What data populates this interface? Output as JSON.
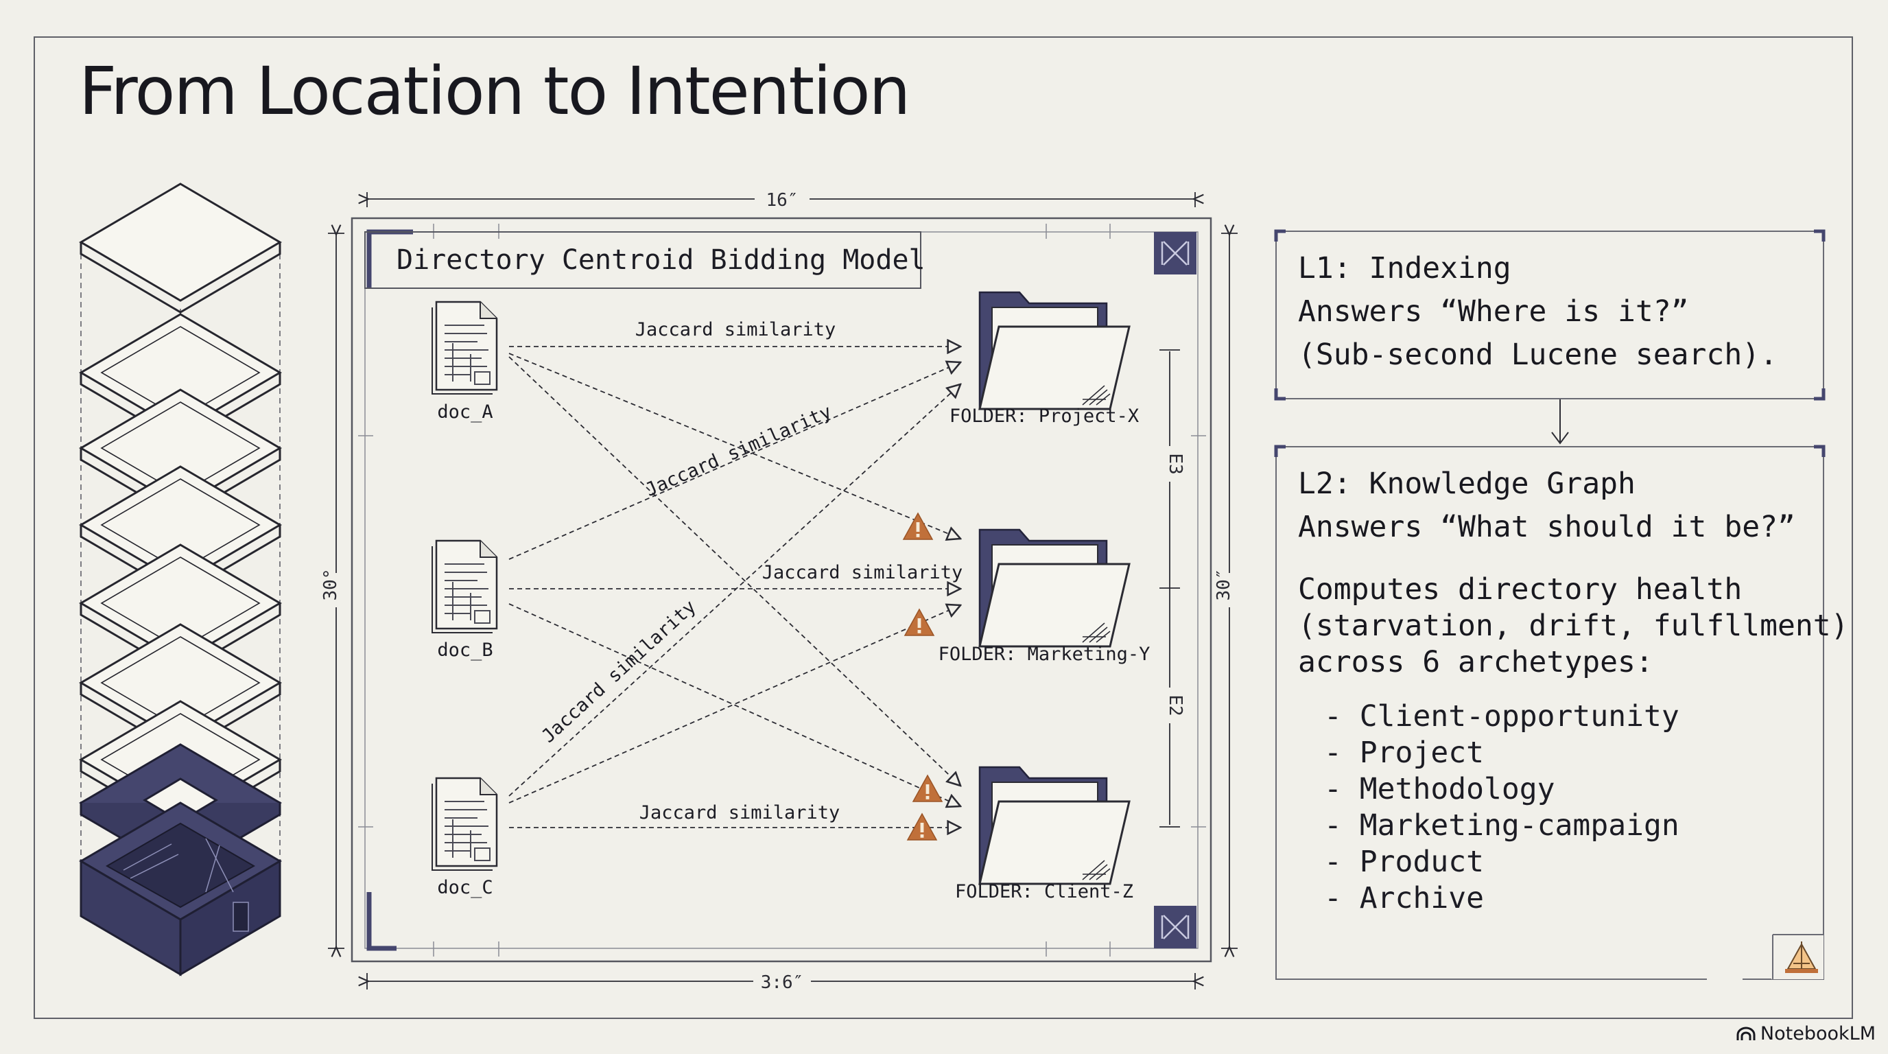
{
  "slide": {
    "title": "From Location to Intention"
  },
  "diagram": {
    "model_title": "Directory Centroid Bidding Model",
    "dimensions": {
      "top": "16″",
      "bottom": "3:6″",
      "left": "30°",
      "right": "30″",
      "inner_upper": "E3",
      "inner_lower": "E2"
    },
    "documents": [
      "doc_A",
      "doc_B",
      "doc_C"
    ],
    "folders": [
      "FOLDER: Project-X",
      "FOLDER: Marketing-Y",
      "FOLDER: Client-Z"
    ],
    "edge_label": "Jaccard similarity",
    "icons": [
      "document-icon",
      "folder-icon",
      "warning-icon",
      "stacked-layers-icon"
    ]
  },
  "l1": {
    "heading": "L1: Indexing",
    "line1": "Answers “Where is it?”",
    "line2": "(Sub-second Lucene search)."
  },
  "l2": {
    "heading": "L2: Knowledge Graph",
    "line1": "Answers “What should it be?”",
    "body1": "Computes directory health",
    "body2": "(starvation, drift, fulfllment)",
    "body3": "across 6 archetypes:",
    "archetypes": [
      "- Client-opportunity",
      "- Project",
      "- Methodology",
      "- Marketing-campaign",
      "- Product",
      "- Archive"
    ]
  },
  "brand": {
    "name": "NotebookLM"
  },
  "colors": {
    "background": "#f1f0ea",
    "navy": "#45466e",
    "warning": "#c0703a",
    "ink": "#1c1c24"
  }
}
